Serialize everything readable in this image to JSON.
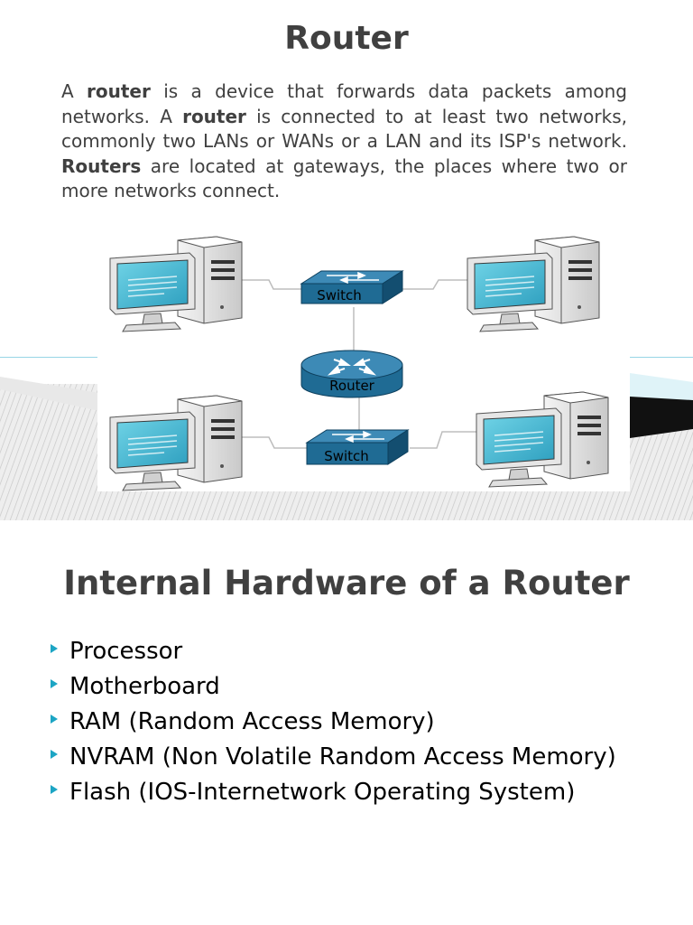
{
  "slide1": {
    "title": "Router",
    "paragraph": [
      {
        "text": "A ",
        "bold": false
      },
      {
        "text": "router",
        "bold": true
      },
      {
        "text": " is a device that forwards data packets among networks. A ",
        "bold": false
      },
      {
        "text": "router",
        "bold": true
      },
      {
        "text": " is connected to at least two networks, commonly two LANs or WANs or a LAN and its ISP's network. ",
        "bold": false
      },
      {
        "text": "Routers",
        "bold": true
      },
      {
        "text": " are located at gateways, the places where two or more networks connect.",
        "bold": false
      }
    ],
    "diagram": {
      "switch_top_label": "Switch",
      "router_label": "Router",
      "switch_bottom_label": "Switch"
    }
  },
  "slide2": {
    "title": "Internal Hardware of a Router",
    "items": [
      "Processor",
      "Motherboard",
      "RAM (Random Access Memory)",
      "NVRAM (Non Volatile Random Access Memory)",
      "Flash (IOS-Internetwork Operating System)"
    ]
  },
  "colors": {
    "text": "#404040",
    "bullet": "#1ca5c4",
    "device_blue": "#1f6b94",
    "screen_cyan": "#4fc3d9"
  }
}
